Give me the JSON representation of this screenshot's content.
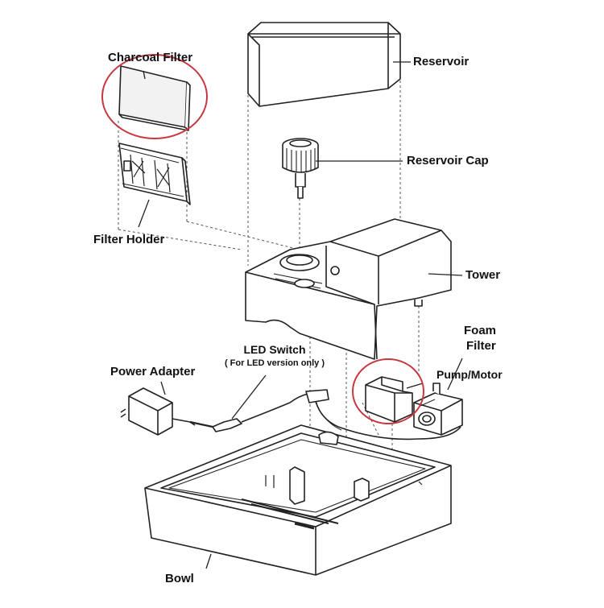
{
  "diagram": {
    "labels": {
      "charcoal_filter": "Charcoal Filter",
      "reservoir": "Reservoir",
      "reservoir_cap": "Reservoir Cap",
      "filter_holder": "Filter Holder",
      "tower": "Tower",
      "led_switch": "LED Switch",
      "led_note": "( For LED version only )",
      "power_adapter": "Power Adapter",
      "foam_filter_line1": "Foam",
      "foam_filter_line2": "Filter",
      "pump_motor": "Pump/Motor",
      "bowl": "Bowl"
    },
    "colors": {
      "line": "#222222",
      "highlight_circle": "#c8373f",
      "fill": "#ffffff",
      "shade": "#e9e9e9"
    }
  }
}
